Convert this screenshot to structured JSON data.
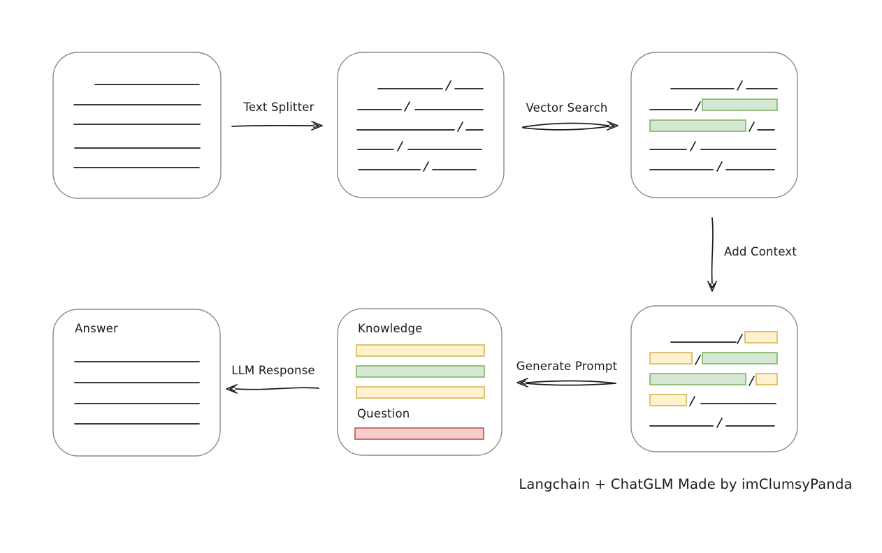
{
  "diagram": {
    "caption": "Langchain + ChatGLM Made by imClumsyPanda",
    "labels": {
      "text_splitter": "Text Splitter",
      "vector_search": "Vector Search",
      "add_context": "Add Context",
      "generate_prompt": "Generate Prompt",
      "llm_response": "LLM Response",
      "knowledge": "Knowledge",
      "question": "Question",
      "answer": "Answer"
    },
    "colors": {
      "green_fill": "#d5e8d4",
      "green_border": "#82b366",
      "yellow_fill": "#fff2cc",
      "yellow_border": "#d6b656",
      "red_fill": "#f8cecc",
      "red_border": "#b85450",
      "box_border": "#8c8c8c",
      "ink": "#1c1c1c"
    }
  }
}
